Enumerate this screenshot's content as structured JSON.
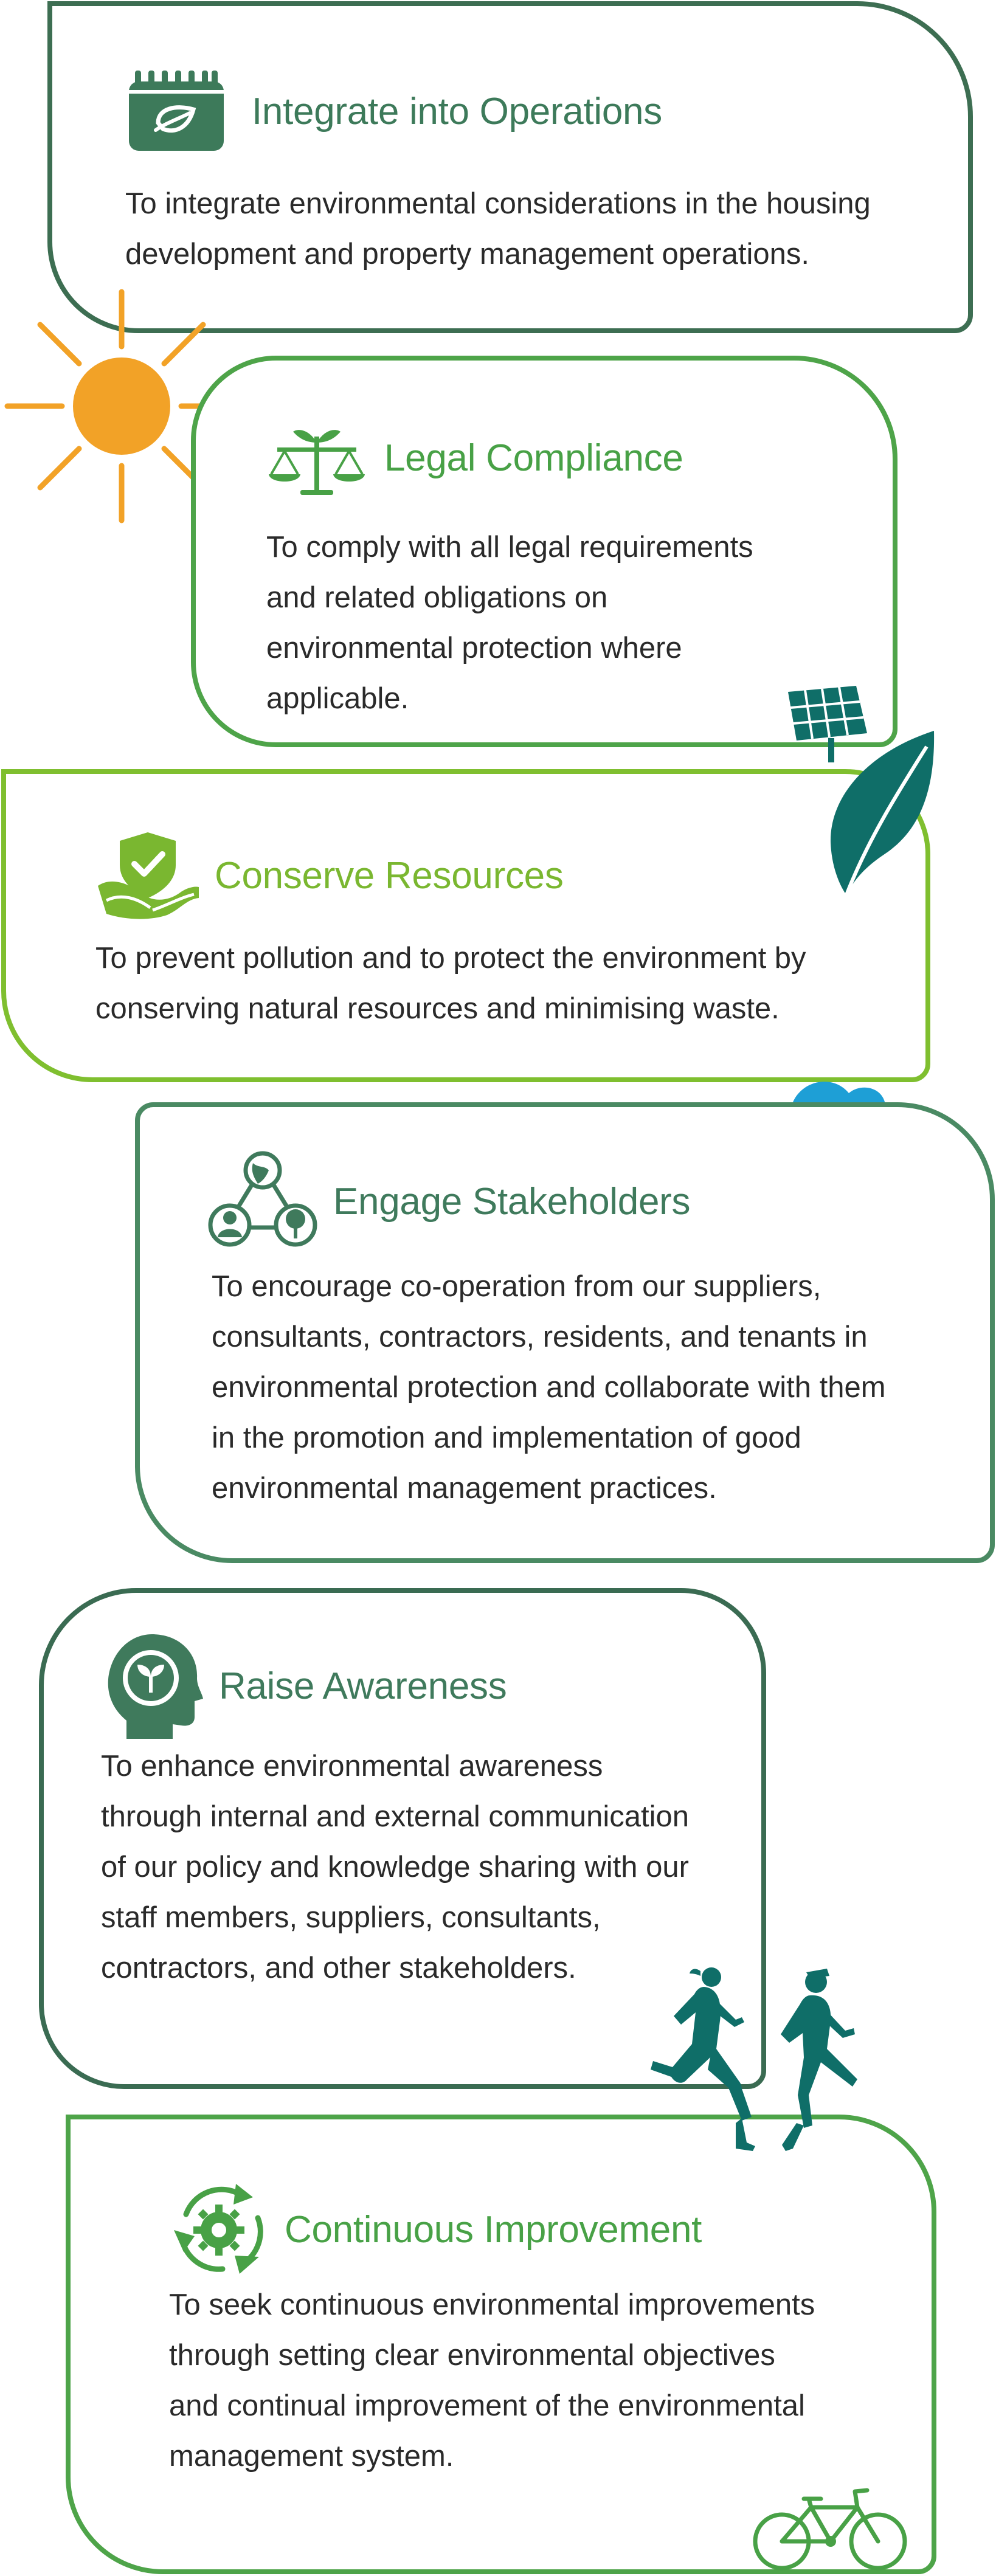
{
  "colors": {
    "dark_green": "#3d6e52",
    "green": "#4ea449",
    "lime": "#7fbf2f",
    "teal": "#0f6e68",
    "sun": "#f2a227",
    "cloud": "#1e9fd6"
  },
  "sections": [
    {
      "icon": "calendar-leaf-icon",
      "title": "Integrate into Operations",
      "lines": [
        "To integrate environmental considerations in the housing",
        "development and property management operations."
      ]
    },
    {
      "icon": "scales-sprout-icon",
      "title": "Legal Compliance",
      "lines": [
        "To comply with all legal requirements",
        "and related obligations on",
        "environmental protection where",
        "applicable."
      ]
    },
    {
      "icon": "shield-hands-icon",
      "title": "Conserve Resources",
      "lines": [
        "To prevent pollution and to protect the environment by",
        "conserving natural resources and minimising waste."
      ]
    },
    {
      "icon": "people-network-icon",
      "title": "Engage Stakeholders",
      "lines": [
        "To encourage co-operation from our suppliers,",
        "consultants, contractors, residents, and tenants in",
        "environmental protection and collaborate with them",
        "in the promotion and implementation of good",
        "environmental management practices."
      ]
    },
    {
      "icon": "head-sprout-icon",
      "title": "Raise Awareness",
      "lines": [
        "To enhance environmental awareness",
        "through internal and external communication",
        "of our policy and knowledge sharing with our",
        "staff members, suppliers, consultants,",
        "contractors, and other stakeholders."
      ]
    },
    {
      "icon": "cycle-gear-icon",
      "title": "Continuous Improvement",
      "lines": [
        "To seek continuous environmental improvements",
        "through setting clear environmental objectives",
        "and continual improvement of the environmental",
        "management system."
      ]
    }
  ]
}
